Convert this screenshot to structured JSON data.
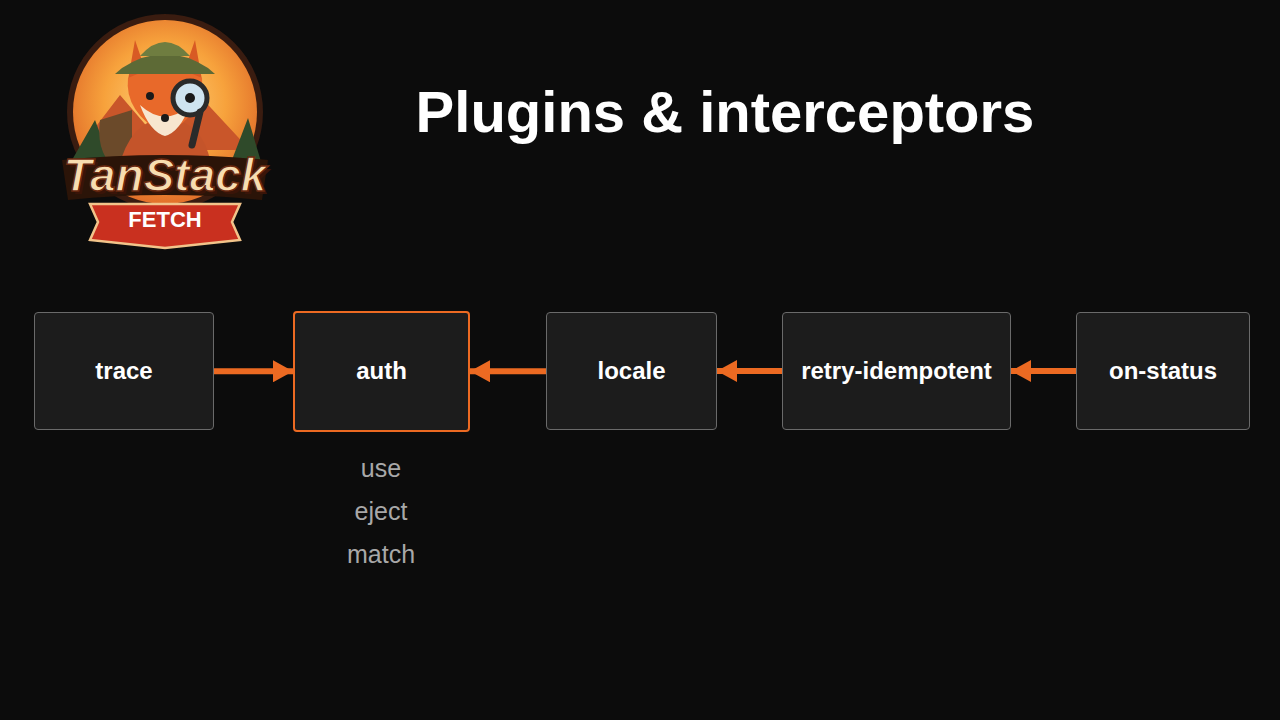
{
  "diagram": {
    "title": "Plugins & interceptors",
    "nodes": [
      {
        "text": [
          "trace"
        ]
      },
      {
        "text": [
          "auth"
        ]
      },
      {
        "text": [
          "locale"
        ]
      },
      {
        "text": [
          "retry-idempotent"
        ]
      },
      {
        "text": [
          "on-status"
        ]
      }
    ],
    "edges": [
      {
        "from": 0,
        "to": 1,
        "arrow": "to"
      },
      {
        "from": 2,
        "to": 1,
        "arrow": "to"
      },
      {
        "from": 3,
        "to": 2,
        "arrow": "to"
      },
      {
        "from": 4,
        "to": 3,
        "arrow": "to"
      }
    ],
    "labels": [
      "TanStack",
      "FETCH",
      "use",
      "eject",
      "match"
    ]
  }
}
